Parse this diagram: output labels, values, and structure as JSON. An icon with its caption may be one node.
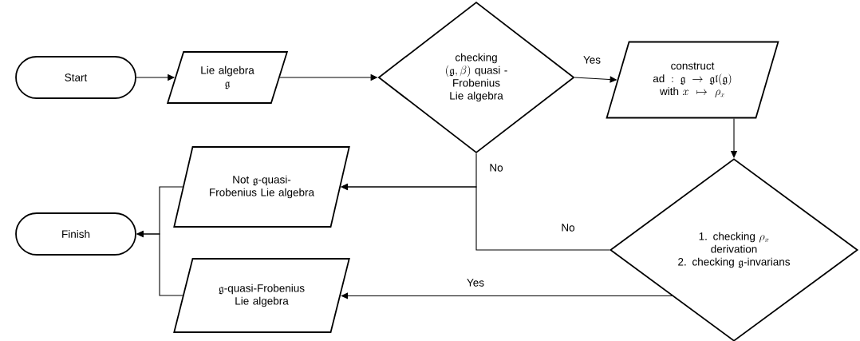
{
  "diagram": {
    "nodes": [
      {
        "text": [
          "Start"
        ]
      },
      {
        "text": [
          "Lie algebra",
          "\\mathfrak{g}"
        ]
      },
      {
        "text": [
          "checking",
          "(\\mathfrak{g},\\beta)",
          "quasi -",
          "Frobenius Lie algebra"
        ]
      },
      {
        "text": [
          "construct",
          "\\mathrm{ad}:\\mathfrak{g}\\to\\mathfrak{gl}(\\mathfrak{g})",
          "with",
          "x\\mapsto\\rho_x"
        ]
      },
      {
        "text": [
          "1. checking",
          "\\rho_x",
          "derivation",
          "2. checking",
          "\\mathfrak{g}",
          "-invarians"
        ]
      },
      {
        "text": [
          "Not",
          "\\mathfrak{g}",
          "-quasi-Frobenius Lie algebra"
        ]
      },
      {
        "text": [
          "\\mathfrak{g}",
          "-quasi-Frobenius Lie algebra"
        ]
      },
      {
        "text": [
          "Finish"
        ]
      }
    ],
    "edges": [
      {
        "from": 0,
        "to": 1,
        "arrow": "to"
      },
      {
        "from": 1,
        "to": 2,
        "arrow": "to"
      },
      {
        "from": 2,
        "to": 3,
        "arrow": "to",
        "label": "Yes"
      },
      {
        "from": 3,
        "to": 4,
        "arrow": "to"
      },
      {
        "from": 2,
        "to": 5,
        "arrow": "to",
        "label": "No"
      },
      {
        "from": 4,
        "to": 5,
        "arrow": "to",
        "label": "No"
      },
      {
        "from": 4,
        "to": 6,
        "arrow": "to",
        "label": "Yes"
      },
      {
        "from": 5,
        "to": 7,
        "arrow": "to"
      },
      {
        "from": 6,
        "to": 7,
        "arrow": "to"
      }
    ]
  }
}
